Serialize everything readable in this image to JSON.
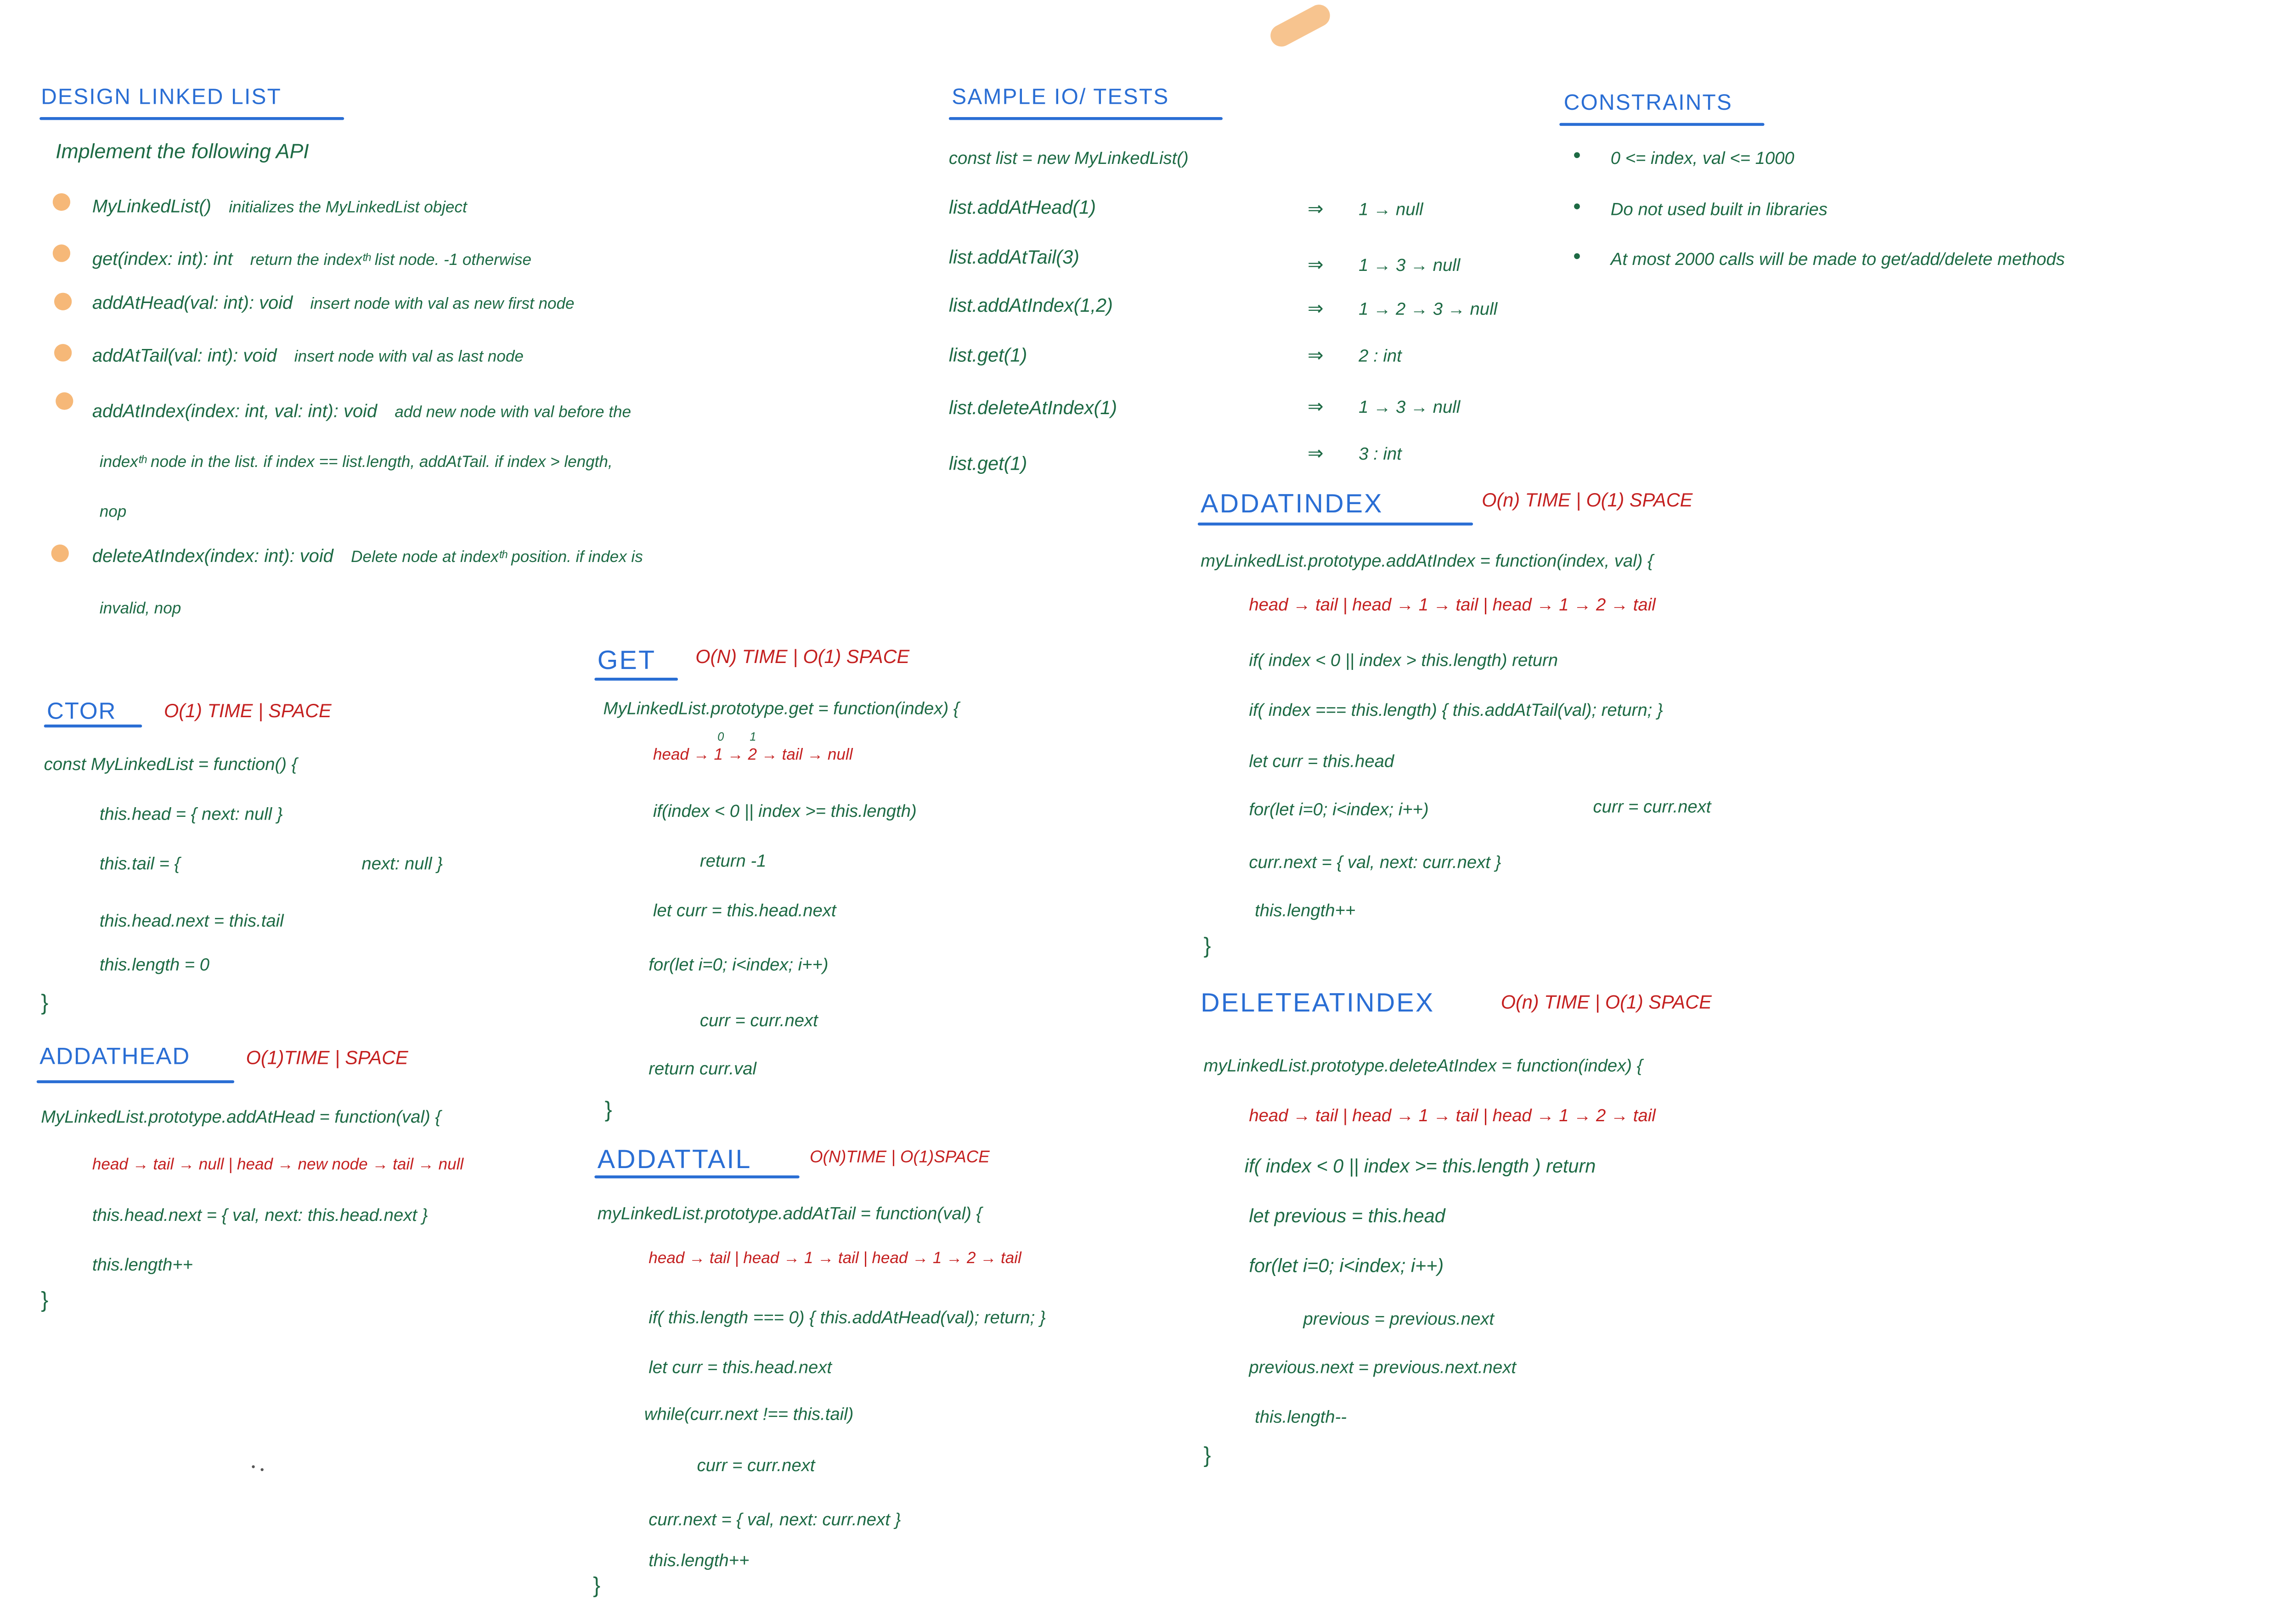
{
  "colors": {
    "background": "#ffffff",
    "heading": "#2a6ed4",
    "text": "#1d6a44",
    "annotation": "#c42020",
    "bullet": "#f6b878",
    "highlighter": "#f7c48f"
  },
  "api": {
    "title": "DESIGN LINKED LIST",
    "intro": "Implement the following API",
    "items": [
      {
        "signature": "MyLinkedList()",
        "description": "initializes the MyLinkedList object"
      },
      {
        "signature": "get(index: int): int",
        "description": "return the indexᵗʰ list node. -1 otherwise"
      },
      {
        "signature": "addAtHead(val: int): void",
        "description": "insert node with val as new first node"
      },
      {
        "signature": "addAtTail(val: int): void",
        "description": "insert node with val as last node"
      },
      {
        "signature": "addAtIndex(index: int, val: int): void",
        "description": "add new node with val before the",
        "continuation": [
          "indexᵗʰ node in the list. if index == list.length, addAtTail. if index > length,",
          "nop"
        ]
      },
      {
        "signature": "deleteAtIndex(index: int): void",
        "description": "Delete node at indexᵗʰ position. if index is",
        "continuation": [
          "invalid, nop"
        ]
      }
    ]
  },
  "sample_tests": {
    "title": "SAMPLE IO/ TESTS",
    "setup": "const list = new MyLinkedList()",
    "implies": "⇒",
    "cases": [
      {
        "call": "list.addAtHead(1)",
        "result": "1 → null"
      },
      {
        "call": "list.addAtTail(3)",
        "result": "1 → 3 → null"
      },
      {
        "call": "list.addAtIndex(1,2)",
        "result": "1 → 2 → 3 → null"
      },
      {
        "call": "list.get(1)",
        "result": "2 : int"
      },
      {
        "call": "list.deleteAtIndex(1)",
        "result": "1 → 3 → null"
      },
      {
        "call": "list.get(1)",
        "result": "3 : int"
      }
    ]
  },
  "constraints": {
    "title": "CONSTRAINTS",
    "items": [
      "0 <= index, val <= 1000",
      "Do not used built in libraries",
      "At most 2000 calls will be made to get/add/delete methods"
    ]
  },
  "ctor": {
    "title": "CTOR",
    "complexity": "O(1) TIME | SPACE",
    "lines": [
      "const MyLinkedList = function() {",
      "this.head = { next: null }",
      "this.tail = {",
      "next: null }",
      "this.head.next = this.tail",
      "this.length = 0",
      "}"
    ]
  },
  "add_at_head": {
    "title": "ADDATHEAD",
    "complexity": "O(1)TIME | SPACE",
    "diagram": "head → tail → null | head → new node → tail → null",
    "lines": [
      "MyLinkedList.prototype.addAtHead = function(val) {",
      "this.head.next = { val, next: this.head.next }",
      "this.length++",
      "}"
    ]
  },
  "get": {
    "title": "GET",
    "complexity": "O(N) TIME | O(1) SPACE",
    "diagram": "head → 1 → 2 → tail → null",
    "diagram_indices": [
      "0",
      "1"
    ],
    "lines": [
      "MyLinkedList.prototype.get = function(index) {",
      "if(index < 0 || index >= this.length)",
      "return -1",
      "let curr = this.head.next",
      "for(let i=0; i<index; i++)",
      "curr = curr.next",
      "return curr.val",
      "}"
    ]
  },
  "add_at_tail": {
    "title": "ADDATTAIL",
    "complexity": "O(N)TIME | O(1)SPACE",
    "diagram": "head → tail | head → 1 → tail | head → 1 → 2 → tail",
    "lines": [
      "myLinkedList.prototype.addAtTail = function(val) {",
      "if( this.length === 0) { this.addAtHead(val); return; }",
      "let curr = this.head.next",
      "while(curr.next !== this.tail)",
      "curr = curr.next",
      "curr.next = { val, next: curr.next }",
      "this.length++",
      "}"
    ]
  },
  "add_at_index": {
    "title": "ADDATINDEX",
    "complexity": "O(n) TIME | O(1) SPACE",
    "diagram": "head → tail | head → 1 → tail | head → 1 → 2 → tail",
    "lines": [
      "myLinkedList.prototype.addAtIndex = function(index, val) {",
      "if( index < 0 || index > this.length) return",
      "if( index === this.length) { this.addAtTail(val); return; }",
      "let curr = this.head",
      "for(let i=0; i<index; i++)",
      "curr = curr.next",
      "curr.next = { val, next: curr.next }",
      "this.length++",
      "}"
    ]
  },
  "delete_at_index": {
    "title": "DELETEATINDEX",
    "complexity": "O(n) TIME | O(1) SPACE",
    "diagram": "head → tail | head → 1 → tail | head → 1 → 2 → tail",
    "lines": [
      "myLinkedList.prototype.deleteAtIndex = function(index) {",
      "if( index < 0 || index >= this.length ) return",
      "let previous = this.head",
      "for(let i=0; i<index; i++)",
      "previous = previous.next",
      "previous.next = previous.next.next",
      "this.length--",
      "}"
    ]
  }
}
